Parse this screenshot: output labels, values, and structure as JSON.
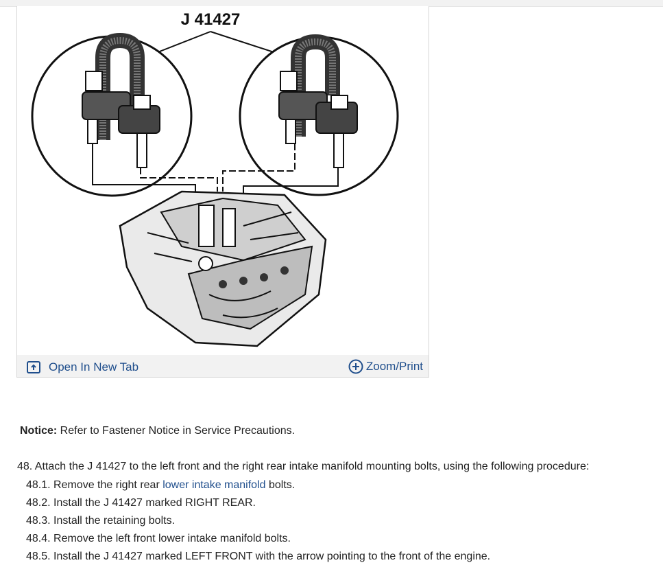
{
  "figure": {
    "tool_label": "J 41427",
    "open_tab_label": "Open In New Tab",
    "zoom_label": "Zoom/Print"
  },
  "notice": {
    "heading": "Notice:",
    "text": " Refer to Fastener Notice in Service Precautions."
  },
  "step48": {
    "text": "48. Attach the J 41427 to the left front and the right rear intake manifold mounting bolts, using the following procedure:"
  },
  "substeps": [
    {
      "prefix": "48.1. Remove the right rear ",
      "link": "lower intake manifold",
      "suffix": " bolts."
    },
    {
      "text": "48.2. Install the J 41427 marked RIGHT REAR."
    },
    {
      "text": "48.3. Install the retaining bolts."
    },
    {
      "text": "48.4. Remove the left front lower intake manifold bolts."
    },
    {
      "text": "48.5. Install the J 41427 marked LEFT FRONT with the arrow pointing to the front of the engine."
    }
  ],
  "colors": {
    "link": "#1f4e8c",
    "footer_bg": "#f2f2f2"
  },
  "icons": {
    "open_tab": "open-new-tab-icon",
    "zoom": "zoom-plus-circle-icon"
  }
}
